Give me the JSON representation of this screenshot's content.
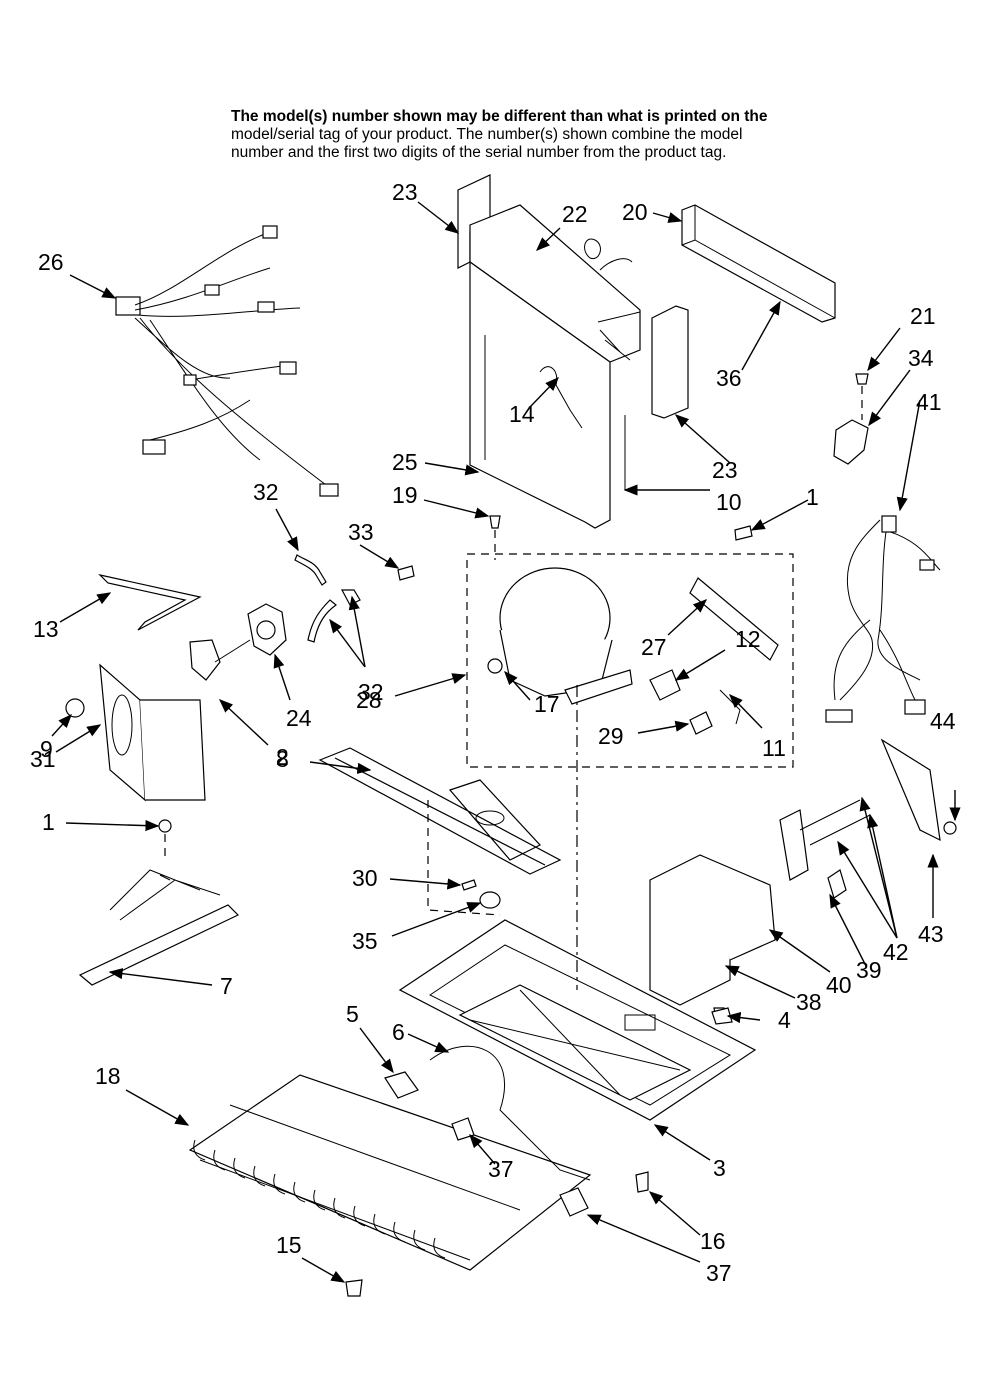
{
  "header": {
    "line1": "The model(s) number shown may be different than what is printed on the",
    "line2": "model/serial tag of your product. The number(s) shown combine the model",
    "line3": "number and the first two digits of the serial number from the product tag."
  },
  "callouts": [
    {
      "id": "c23a",
      "text": "23"
    },
    {
      "id": "c22",
      "text": "22"
    },
    {
      "id": "c20",
      "text": "20"
    },
    {
      "id": "c26",
      "text": "26"
    },
    {
      "id": "c21",
      "text": "21"
    },
    {
      "id": "c34",
      "text": "34"
    },
    {
      "id": "c36",
      "text": "36"
    },
    {
      "id": "c41",
      "text": "41"
    },
    {
      "id": "c14",
      "text": "14"
    },
    {
      "id": "c23b",
      "text": "23"
    },
    {
      "id": "c25",
      "text": "25"
    },
    {
      "id": "c10",
      "text": "10"
    },
    {
      "id": "c32a",
      "text": "32"
    },
    {
      "id": "c19",
      "text": "19"
    },
    {
      "id": "c1a",
      "text": "1"
    },
    {
      "id": "c33",
      "text": "33"
    },
    {
      "id": "c13",
      "text": "13"
    },
    {
      "id": "c27",
      "text": "27"
    },
    {
      "id": "c12",
      "text": "12"
    },
    {
      "id": "c32b",
      "text": "32"
    },
    {
      "id": "c24",
      "text": "24"
    },
    {
      "id": "c9",
      "text": "9"
    },
    {
      "id": "c28",
      "text": "28"
    },
    {
      "id": "c17",
      "text": "17"
    },
    {
      "id": "c29",
      "text": "29"
    },
    {
      "id": "c11",
      "text": "11"
    },
    {
      "id": "c2",
      "text": "2"
    },
    {
      "id": "c31",
      "text": "31"
    },
    {
      "id": "c44",
      "text": "44"
    },
    {
      "id": "c8",
      "text": "8"
    },
    {
      "id": "c1b",
      "text": "1"
    },
    {
      "id": "c30",
      "text": "30"
    },
    {
      "id": "c35",
      "text": "35"
    },
    {
      "id": "c7",
      "text": "7"
    },
    {
      "id": "c38",
      "text": "38"
    },
    {
      "id": "c40",
      "text": "40"
    },
    {
      "id": "c39",
      "text": "39"
    },
    {
      "id": "c42",
      "text": "42"
    },
    {
      "id": "c43",
      "text": "43"
    },
    {
      "id": "c4",
      "text": "4"
    },
    {
      "id": "c5",
      "text": "5"
    },
    {
      "id": "c6",
      "text": "6"
    },
    {
      "id": "c18",
      "text": "18"
    },
    {
      "id": "c37a",
      "text": "37"
    },
    {
      "id": "c3",
      "text": "3"
    },
    {
      "id": "c16",
      "text": "16"
    },
    {
      "id": "c15",
      "text": "15"
    },
    {
      "id": "c37b",
      "text": "37"
    }
  ]
}
